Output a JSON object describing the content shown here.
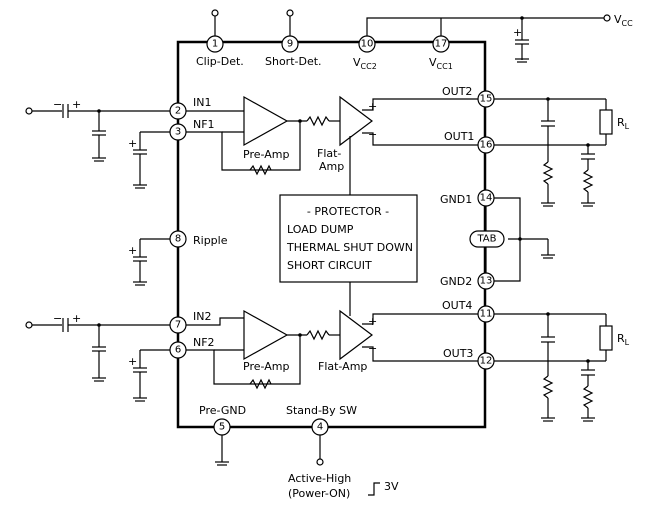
{
  "pins": [
    {
      "num": "1",
      "label": "Clip-Det."
    },
    {
      "num": "9",
      "label": "Short-Det."
    },
    {
      "num": "10",
      "label": "V",
      "sub": "CC2"
    },
    {
      "num": "17",
      "label": "V",
      "sub": "CC1"
    },
    {
      "num": "2",
      "label": "IN1"
    },
    {
      "num": "3",
      "label": "NF1"
    },
    {
      "num": "8",
      "label": "Ripple"
    },
    {
      "num": "7",
      "label": "IN2"
    },
    {
      "num": "6",
      "label": "NF2"
    },
    {
      "num": "5",
      "label": "Pre-GND"
    },
    {
      "num": "4",
      "label": "Stand-By SW"
    },
    {
      "num": "15",
      "label": "OUT2"
    },
    {
      "num": "16",
      "label": "OUT1"
    },
    {
      "num": "14",
      "label": "GND1"
    },
    {
      "num": "13",
      "label": "GND2"
    },
    {
      "num": "11",
      "label": "OUT4"
    },
    {
      "num": "12",
      "label": "OUT3"
    }
  ],
  "vcc": {
    "main": "V",
    "sub": "CC"
  },
  "amps": {
    "pre_amp": "Pre-Amp",
    "flat_amp_line1": "Flat-",
    "flat_amp_line2": "Amp",
    "flat_amp_bottom": "Flat-Amp",
    "plus": "+",
    "minus": "−"
  },
  "protector": {
    "title": "- PROTECTOR -",
    "line1": "LOAD DUMP",
    "line2": "THERMAL SHUT DOWN",
    "line3": "SHORT CIRCUIT"
  },
  "tab_label": "TAB",
  "load": {
    "main": "R",
    "sub": "L"
  },
  "standby_note": {
    "line1": "Active-High",
    "line2": "(Power-ON)",
    "level": "3V"
  }
}
